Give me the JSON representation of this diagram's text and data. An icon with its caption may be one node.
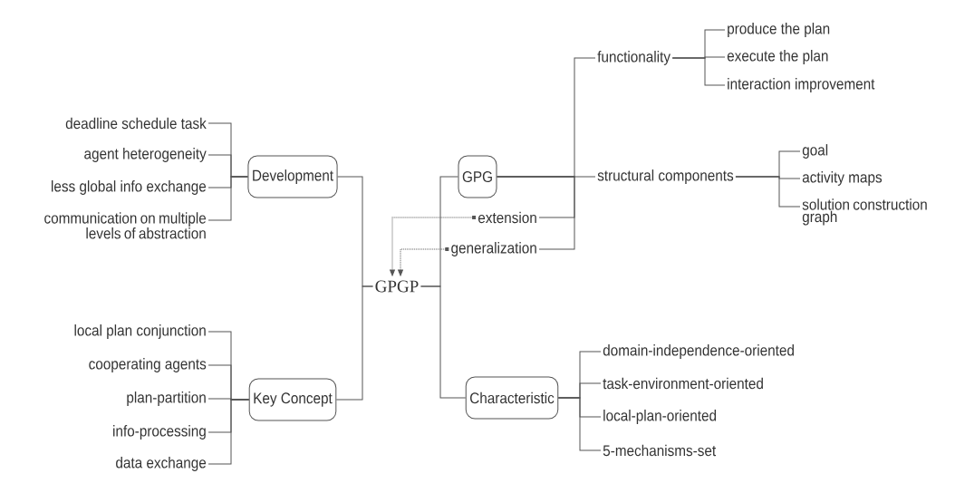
{
  "diagram": {
    "nodes": [
      {
        "text": [
          "GPGP"
        ]
      },
      {
        "text": [
          "Development"
        ]
      },
      {
        "text": [
          "deadline schedule task"
        ]
      },
      {
        "text": [
          "agent heterogeneity"
        ]
      },
      {
        "text": [
          "less global info exchange"
        ]
      },
      {
        "text": [
          "communication on multiple levels of abstraction"
        ]
      },
      {
        "text": [
          "Key Concept"
        ]
      },
      {
        "text": [
          "local plan conjunction"
        ]
      },
      {
        "text": [
          "cooperating agents"
        ]
      },
      {
        "text": [
          "plan-partition"
        ]
      },
      {
        "text": [
          "info-processing"
        ]
      },
      {
        "text": [
          "data exchange"
        ]
      },
      {
        "text": [
          "GPG"
        ]
      },
      {
        "text": [
          "functionality"
        ]
      },
      {
        "text": [
          "produce the plan"
        ]
      },
      {
        "text": [
          "execute the plan"
        ]
      },
      {
        "text": [
          "interaction improvement"
        ]
      },
      {
        "text": [
          "structural components"
        ]
      },
      {
        "text": [
          "goal"
        ]
      },
      {
        "text": [
          "activity maps"
        ]
      },
      {
        "text": [
          "solution construction graph"
        ]
      },
      {
        "text": [
          "extension"
        ]
      },
      {
        "text": [
          "generalization"
        ]
      },
      {
        "text": [
          "Characteristic"
        ]
      },
      {
        "text": [
          "domain-independence-oriented"
        ]
      },
      {
        "text": [
          "task-environment-oriented"
        ]
      },
      {
        "text": [
          "local-plan-oriented"
        ]
      },
      {
        "text": [
          "5-mechanisms-set"
        ]
      }
    ],
    "edges": [
      {
        "from": 0,
        "to": 1,
        "arrow": "none"
      },
      {
        "from": 0,
        "to": 6,
        "arrow": "none"
      },
      {
        "from": 0,
        "to": 12,
        "arrow": "none"
      },
      {
        "from": 0,
        "to": 23,
        "arrow": "none"
      },
      {
        "from": 1,
        "to": 2,
        "arrow": "none"
      },
      {
        "from": 1,
        "to": 3,
        "arrow": "none"
      },
      {
        "from": 1,
        "to": 4,
        "arrow": "none"
      },
      {
        "from": 1,
        "to": 5,
        "arrow": "none"
      },
      {
        "from": 6,
        "to": 7,
        "arrow": "none"
      },
      {
        "from": 6,
        "to": 8,
        "arrow": "none"
      },
      {
        "from": 6,
        "to": 9,
        "arrow": "none"
      },
      {
        "from": 6,
        "to": 10,
        "arrow": "none"
      },
      {
        "from": 6,
        "to": 11,
        "arrow": "none"
      },
      {
        "from": 12,
        "to": 13,
        "arrow": "none"
      },
      {
        "from": 12,
        "to": 17,
        "arrow": "none"
      },
      {
        "from": 12,
        "to": 21,
        "arrow": "none"
      },
      {
        "from": 12,
        "to": 22,
        "arrow": "none"
      },
      {
        "from": 13,
        "to": 14,
        "arrow": "none"
      },
      {
        "from": 13,
        "to": 15,
        "arrow": "none"
      },
      {
        "from": 13,
        "to": 16,
        "arrow": "none"
      },
      {
        "from": 17,
        "to": 18,
        "arrow": "none"
      },
      {
        "from": 17,
        "to": 19,
        "arrow": "none"
      },
      {
        "from": 17,
        "to": 20,
        "arrow": "none"
      },
      {
        "from": 23,
        "to": 24,
        "arrow": "none"
      },
      {
        "from": 23,
        "to": 25,
        "arrow": "none"
      },
      {
        "from": 23,
        "to": 26,
        "arrow": "none"
      },
      {
        "from": 23,
        "to": 27,
        "arrow": "none"
      },
      {
        "from": 21,
        "to": 0,
        "arrow": "to",
        "style": "dashed"
      },
      {
        "from": 22,
        "to": 0,
        "arrow": "to",
        "style": "dashed"
      }
    ]
  }
}
